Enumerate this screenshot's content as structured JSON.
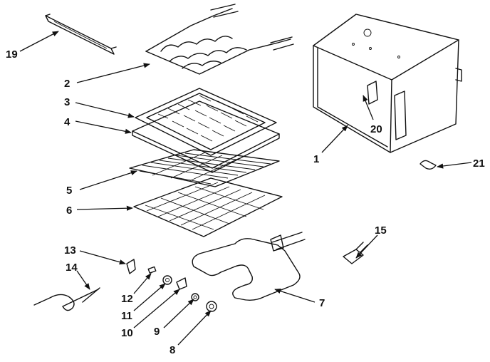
{
  "diagram": {
    "callouts": [
      {
        "id": "c19",
        "text": "19"
      },
      {
        "id": "c2",
        "text": "2"
      },
      {
        "id": "c3",
        "text": "3"
      },
      {
        "id": "c4",
        "text": "4"
      },
      {
        "id": "c5",
        "text": "5"
      },
      {
        "id": "c6",
        "text": "6"
      },
      {
        "id": "c13",
        "text": "13"
      },
      {
        "id": "c14",
        "text": "14"
      },
      {
        "id": "c12",
        "text": "12"
      },
      {
        "id": "c11",
        "text": "11"
      },
      {
        "id": "c10",
        "text": "10"
      },
      {
        "id": "c9",
        "text": "9"
      },
      {
        "id": "c8",
        "text": "8"
      },
      {
        "id": "c7",
        "text": "7"
      },
      {
        "id": "c15",
        "text": "15"
      },
      {
        "id": "c1",
        "text": "1"
      },
      {
        "id": "c20",
        "text": "20"
      },
      {
        "id": "c21",
        "text": "21"
      }
    ]
  }
}
